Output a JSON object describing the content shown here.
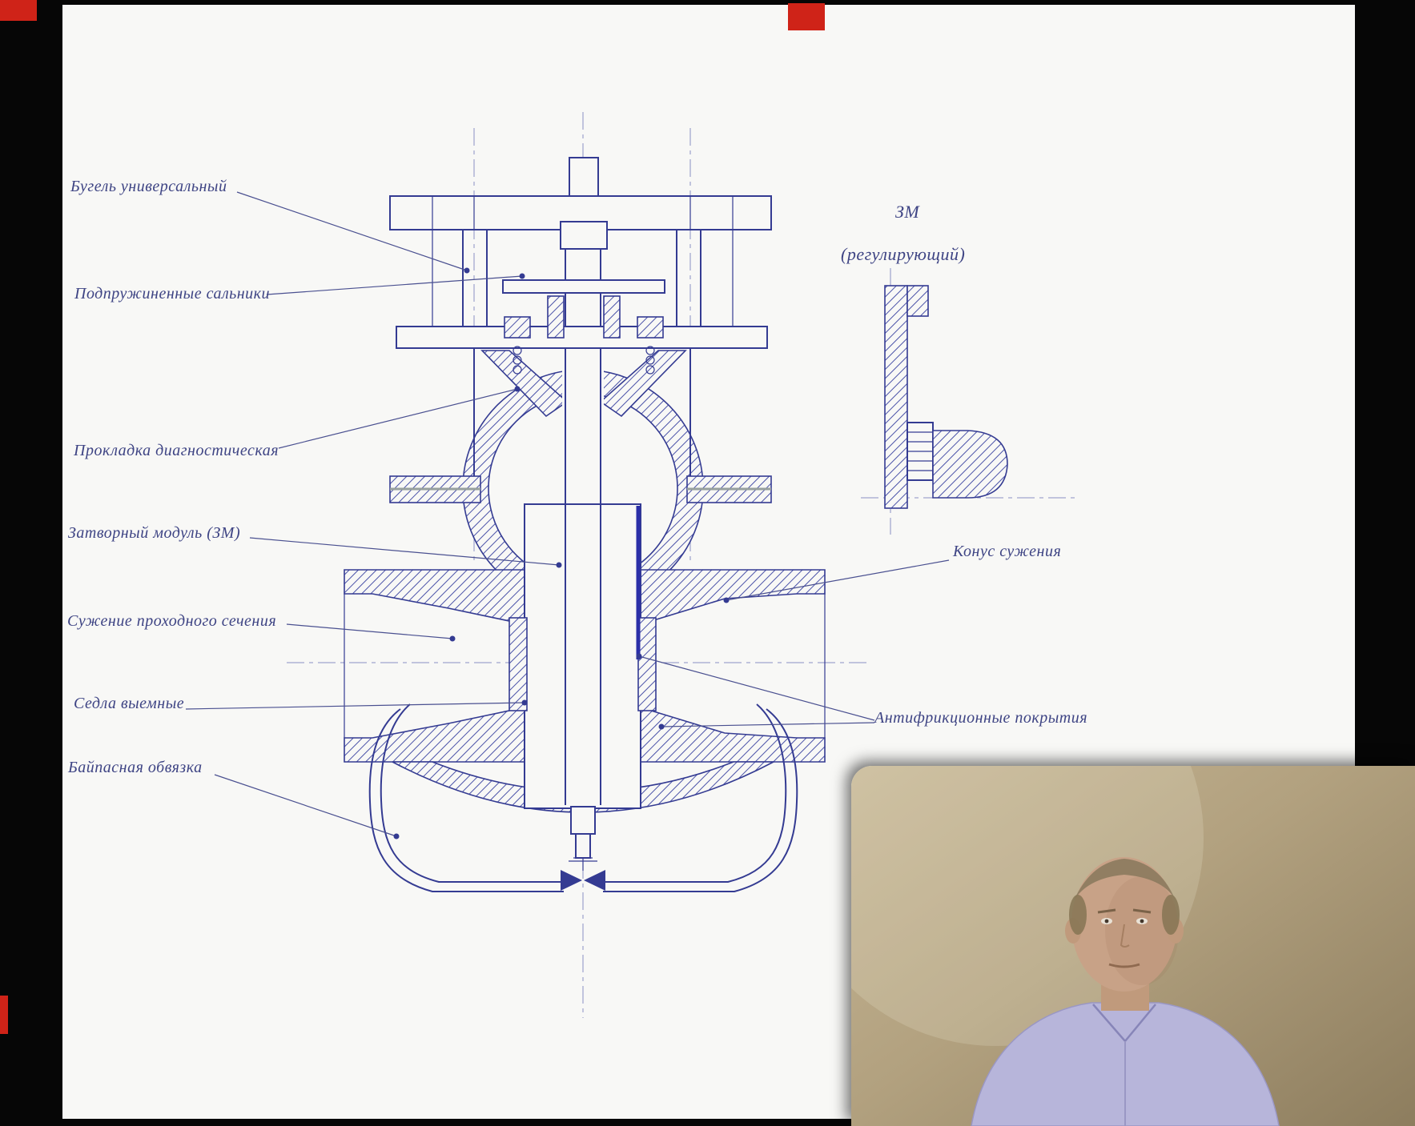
{
  "window": {
    "background": "#060606"
  },
  "slide": {
    "background": "#f8f8f6",
    "labels_left": [
      {
        "text": "Бугель универсальный"
      },
      {
        "text": "Подпружиненные сальники"
      },
      {
        "text": "Прокладка диагностическая"
      },
      {
        "text": "Затворный модуль (ЗМ)"
      },
      {
        "text": "Сужение проходного сечения"
      },
      {
        "text": "Седла выемные"
      },
      {
        "text": "Байпасная обвязка"
      }
    ],
    "labels_right": [
      {
        "text": "Конус сужения"
      },
      {
        "text": "Антифрикционные покрытия"
      }
    ],
    "detail_view": {
      "title": "ЗМ",
      "subtitle": "(регулирующий)"
    }
  },
  "colors": {
    "ink": "#343b92",
    "paper": "#f8f8f6",
    "marker_red": "#cf2318"
  }
}
